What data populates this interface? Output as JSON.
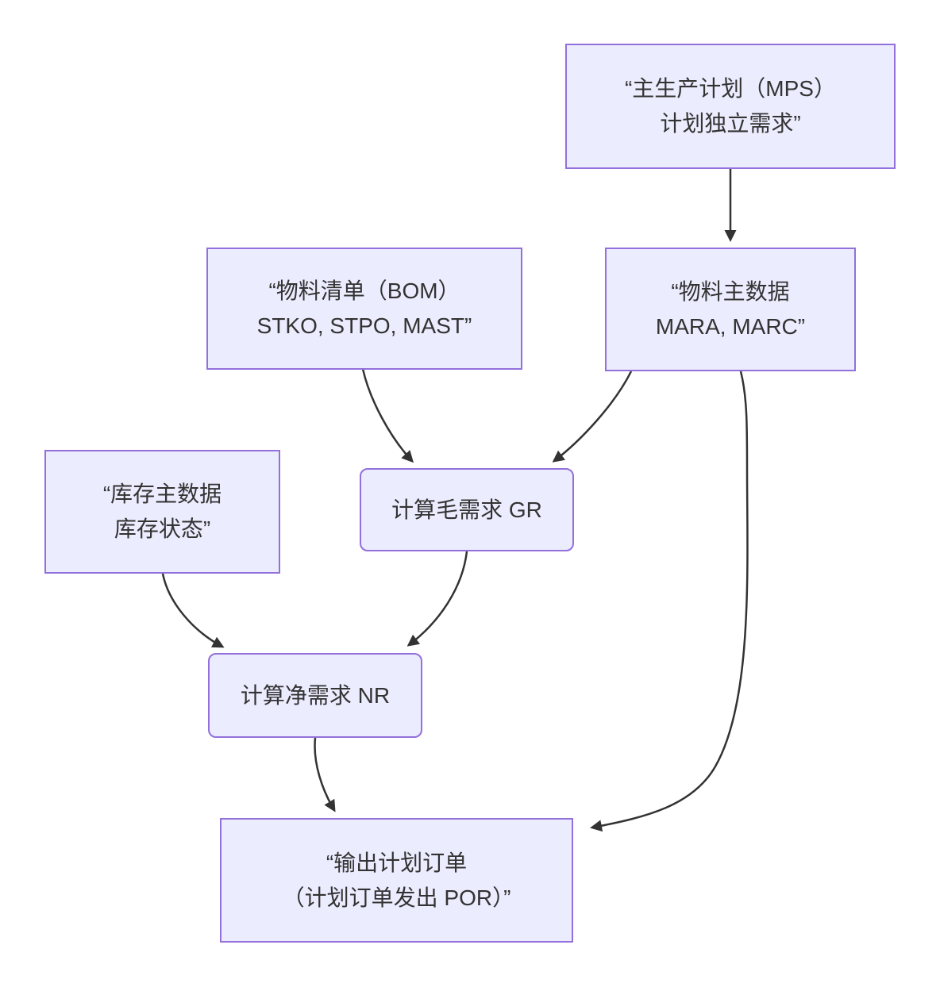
{
  "diagram": {
    "type": "flowchart",
    "direction": "top-down",
    "colors": {
      "background": "#ffffff",
      "node_fill": "#ECECFF",
      "node_border": "#9370DB",
      "edge_stroke": "#333333",
      "text": "#333333"
    },
    "nodes": {
      "mps": {
        "shape": "rect",
        "lines": [
          "“主生产计划（MPS）",
          "计划独立需求”"
        ]
      },
      "bom": {
        "shape": "rect",
        "lines": [
          "“物料清单（BOM）",
          "STKO, STPO, MAST”"
        ]
      },
      "mara": {
        "shape": "rect",
        "lines": [
          "“物料主数据",
          "MARA, MARC”"
        ]
      },
      "inventory": {
        "shape": "rect",
        "lines": [
          "“库存主数据",
          "库存状态”"
        ]
      },
      "gross": {
        "shape": "rounded",
        "lines": [
          "计算毛需求 GR"
        ]
      },
      "net": {
        "shape": "rounded",
        "lines": [
          "计算净需求 NR"
        ]
      },
      "output": {
        "shape": "rect",
        "lines": [
          "“输出计划订单",
          "（计划订单发出 POR）”"
        ]
      }
    },
    "edges": [
      {
        "from": "mps",
        "to": "mara"
      },
      {
        "from": "bom",
        "to": "gross"
      },
      {
        "from": "mara",
        "to": "gross"
      },
      {
        "from": "mara",
        "to": "output"
      },
      {
        "from": "inventory",
        "to": "net"
      },
      {
        "from": "gross",
        "to": "net"
      },
      {
        "from": "net",
        "to": "output"
      }
    ]
  }
}
